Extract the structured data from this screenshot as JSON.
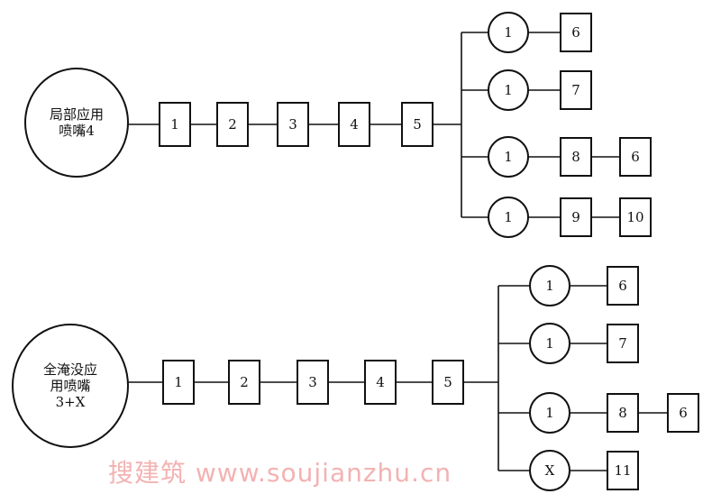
{
  "diagrams": [
    {
      "root_lines": [
        "局部应用",
        "喷嘴4"
      ],
      "chain": [
        "1",
        "2",
        "3",
        "4",
        "5"
      ],
      "branches": [
        {
          "circle": "1",
          "boxes": [
            "6"
          ]
        },
        {
          "circle": "1",
          "boxes": [
            "7"
          ]
        },
        {
          "circle": "1",
          "boxes": [
            "8",
            "6"
          ]
        },
        {
          "circle": "1",
          "boxes": [
            "9",
            "10"
          ]
        }
      ]
    },
    {
      "root_lines": [
        "全淹没应",
        "用喷嘴",
        "3+X"
      ],
      "chain": [
        "1",
        "2",
        "3",
        "4",
        "5"
      ],
      "branches": [
        {
          "circle": "1",
          "boxes": [
            "6"
          ]
        },
        {
          "circle": "1",
          "boxes": [
            "7"
          ]
        },
        {
          "circle": "1",
          "boxes": [
            "8",
            "6"
          ]
        },
        {
          "circle": "X",
          "boxes": [
            "11"
          ]
        }
      ]
    }
  ],
  "watermark": "搜建筑 www.soujianzhu.cn",
  "colors": {
    "stroke": "#111111",
    "watermark": "#f2a5a5"
  }
}
